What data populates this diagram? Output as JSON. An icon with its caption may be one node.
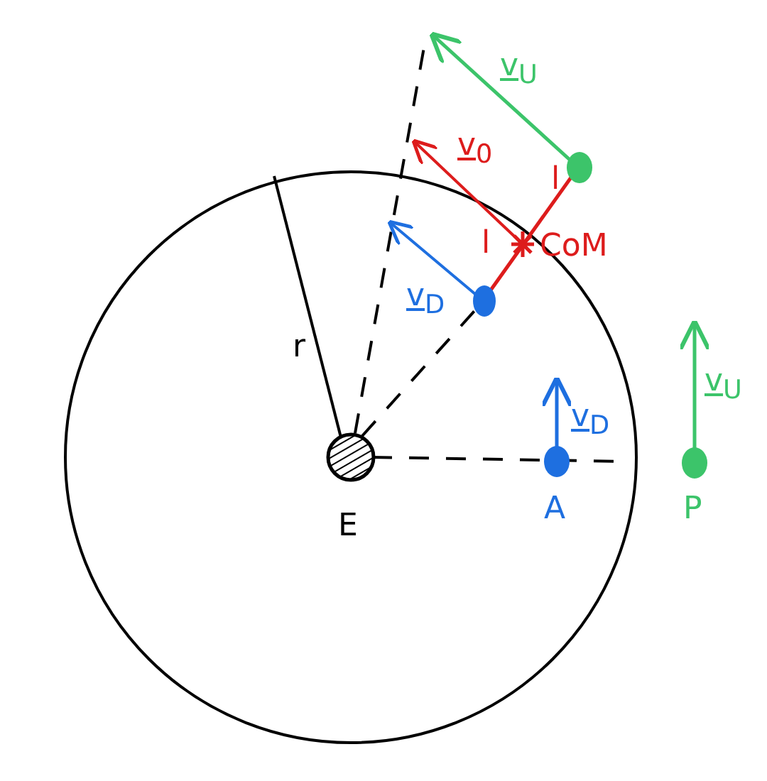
{
  "diagram": {
    "labels": [
      "v$_{U}$",
      "v$_{0}$",
      "l",
      "l",
      "CoM",
      "v$_{D}$",
      "r",
      "v$_{U}$",
      "v$_{D}$",
      "E",
      "A",
      "P"
    ]
  }
}
